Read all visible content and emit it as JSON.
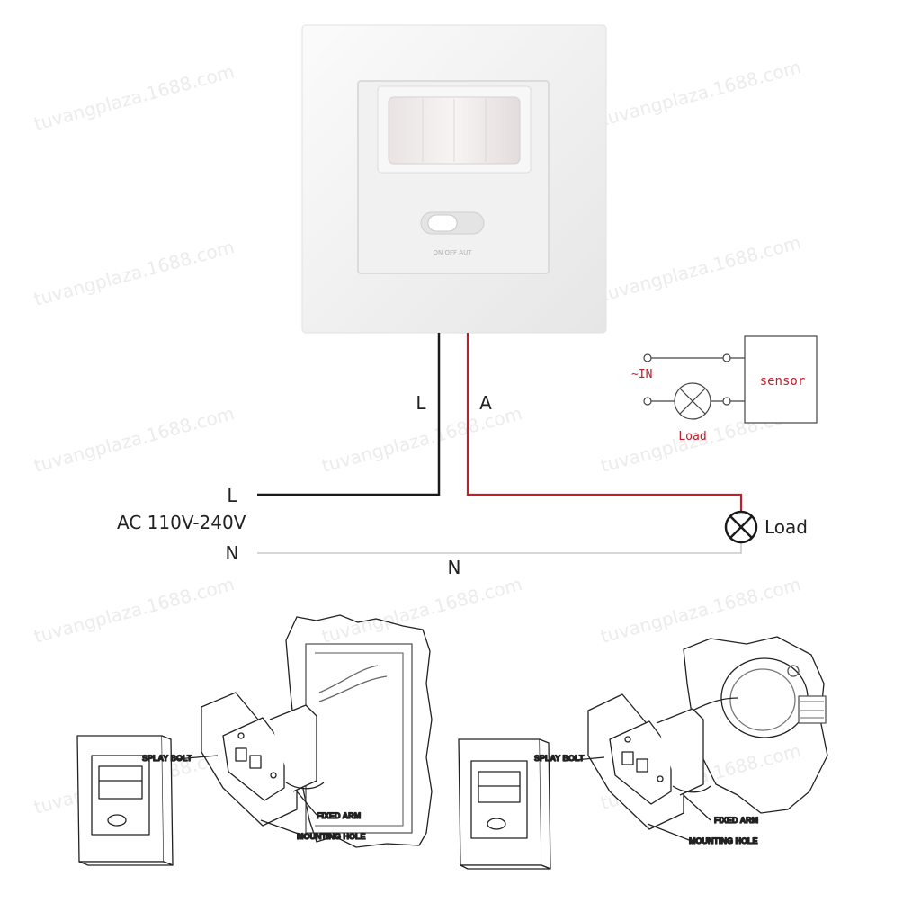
{
  "watermark": "tuvangplaza.1688.com",
  "sensor_switch": {
    "switch_marks": "ON OFF AUT"
  },
  "wiring": {
    "label_L_vertical": "L",
    "label_A_vertical": "A",
    "label_L_input": "L",
    "label_supply": "AC 110V-240V",
    "label_N_input": "N",
    "label_N_line": "N",
    "label_load": "Load",
    "colors": {
      "line": "#1a1a1a",
      "load_wire": "#c0202a",
      "neutral": "#c9c9c9"
    }
  },
  "schematic": {
    "label_in": "~IN",
    "label_sensor": "sensor",
    "label_load": "Load",
    "colors": {
      "accent": "#c0202a"
    }
  },
  "installation_left": {
    "callouts": [
      "SPLAY BOLT",
      "FIXED ARM",
      "MOUNTING HOLE"
    ]
  },
  "installation_right": {
    "callouts": [
      "SPLAY BOLT",
      "FIXED ARM",
      "MOUNTING HOLE"
    ]
  }
}
